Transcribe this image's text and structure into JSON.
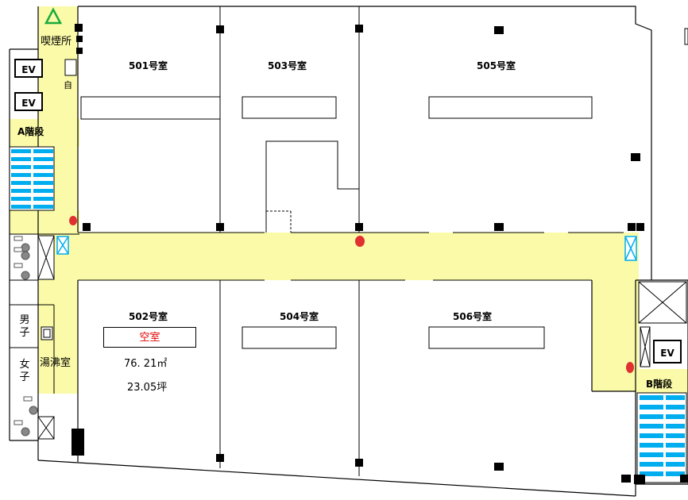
{
  "rooms": [
    {
      "id": "501",
      "label": "501号室"
    },
    {
      "id": "503",
      "label": "503号室"
    },
    {
      "id": "505",
      "label": "505号室"
    },
    {
      "id": "502",
      "label": "502号室",
      "status": "空室",
      "area": "76. 21㎡",
      "tsubo": "23.05坪"
    },
    {
      "id": "504",
      "label": "504号室"
    },
    {
      "id": "506",
      "label": "506号室"
    }
  ],
  "facilities": {
    "smoking": "喫煙所",
    "vending": "自",
    "ev_label": "EV",
    "stairs_a": "A階段",
    "stairs_b": "B階段",
    "men": "男子",
    "women": "女子",
    "kitchen": "湯沸室"
  },
  "colors": {
    "corridor": "#fafaa8",
    "stair_blue": "#00aeef",
    "vacant_text": "#e00000",
    "extinguisher": "#e03030"
  },
  "icons": [
    "triangle-icon",
    "fire-extinguisher-icon",
    "toilet-icon",
    "shaft-x-icon",
    "column-square-icon"
  ]
}
